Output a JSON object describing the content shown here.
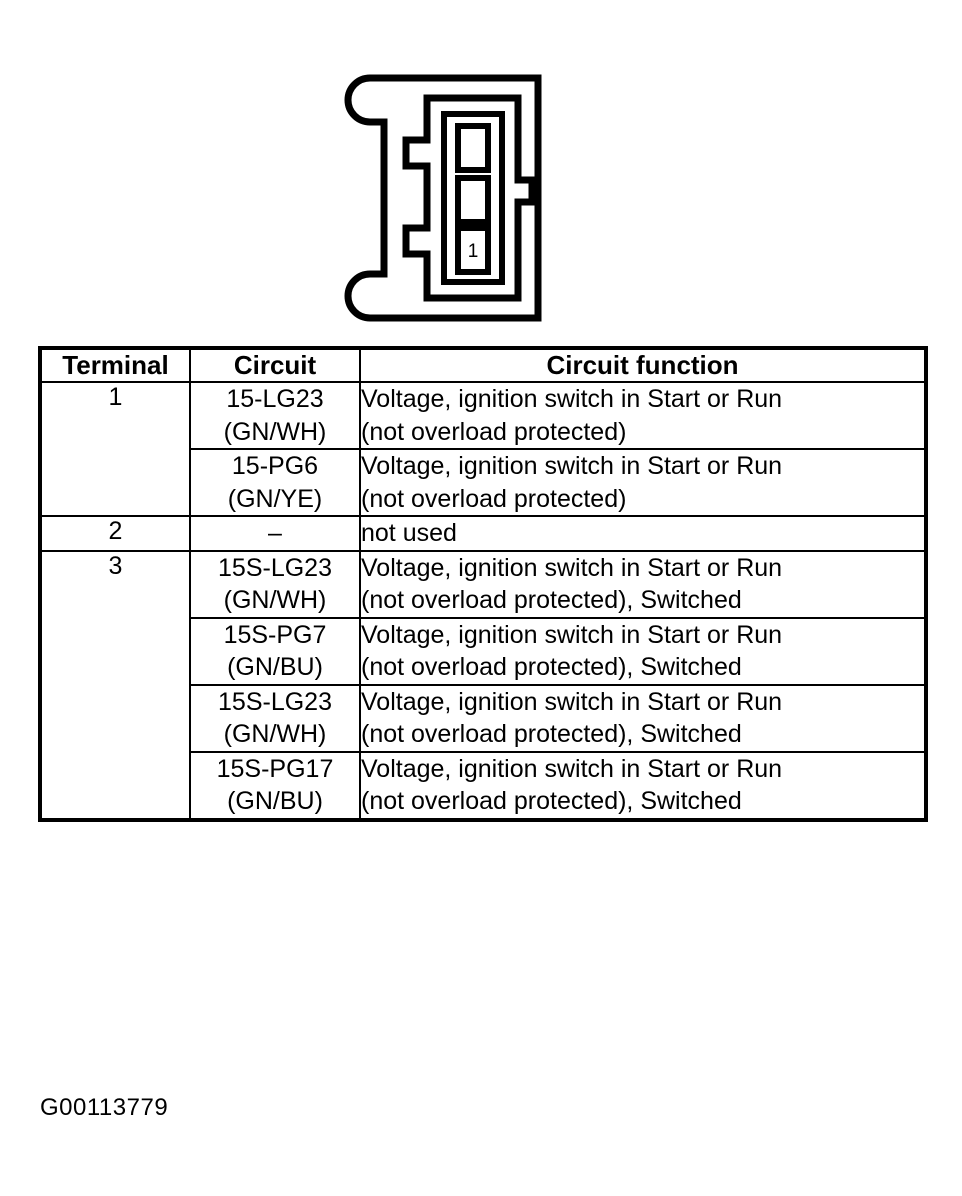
{
  "figure": {
    "connector": {
      "name": "3-cavity connector face view",
      "cavity_labels": [
        "",
        "",
        "1"
      ],
      "cavity_count": 3,
      "line_color": "#000000"
    },
    "figure_id": "G00113779"
  },
  "table": {
    "headers": {
      "terminal": "Terminal",
      "circuit": "Circuit",
      "function": "Circuit function"
    },
    "groups": [
      {
        "terminal": "1",
        "rows": [
          {
            "circuit_code": "15-LG23",
            "circuit_color": "(GN/WH)",
            "function_line1": "Voltage, ignition switch in Start or Run",
            "function_line2": "(not overload protected)"
          },
          {
            "circuit_code": "15-PG6",
            "circuit_color": "(GN/YE)",
            "function_line1": "Voltage, ignition switch in Start or Run",
            "function_line2": "(not overload protected)"
          }
        ]
      },
      {
        "terminal": "2",
        "rows": [
          {
            "circuit_code": "–",
            "circuit_color": "",
            "function_line1": "not used",
            "function_line2": ""
          }
        ]
      },
      {
        "terminal": "3",
        "rows": [
          {
            "circuit_code": "15S-LG23",
            "circuit_color": "(GN/WH)",
            "function_line1": "Voltage, ignition switch in Start or Run",
            "function_line2": "(not overload protected), Switched"
          },
          {
            "circuit_code": "15S-PG7",
            "circuit_color": "(GN/BU)",
            "function_line1": "Voltage, ignition switch in Start or Run",
            "function_line2": "(not overload protected), Switched"
          },
          {
            "circuit_code": "15S-LG23",
            "circuit_color": "(GN/WH)",
            "function_line1": "Voltage, ignition switch in Start or Run",
            "function_line2": "(not overload protected), Switched"
          },
          {
            "circuit_code": "15S-PG17",
            "circuit_color": "(GN/BU)",
            "function_line1": "Voltage, ignition switch in Start or Run",
            "function_line2": "(not overload protected), Switched"
          }
        ]
      }
    ]
  }
}
